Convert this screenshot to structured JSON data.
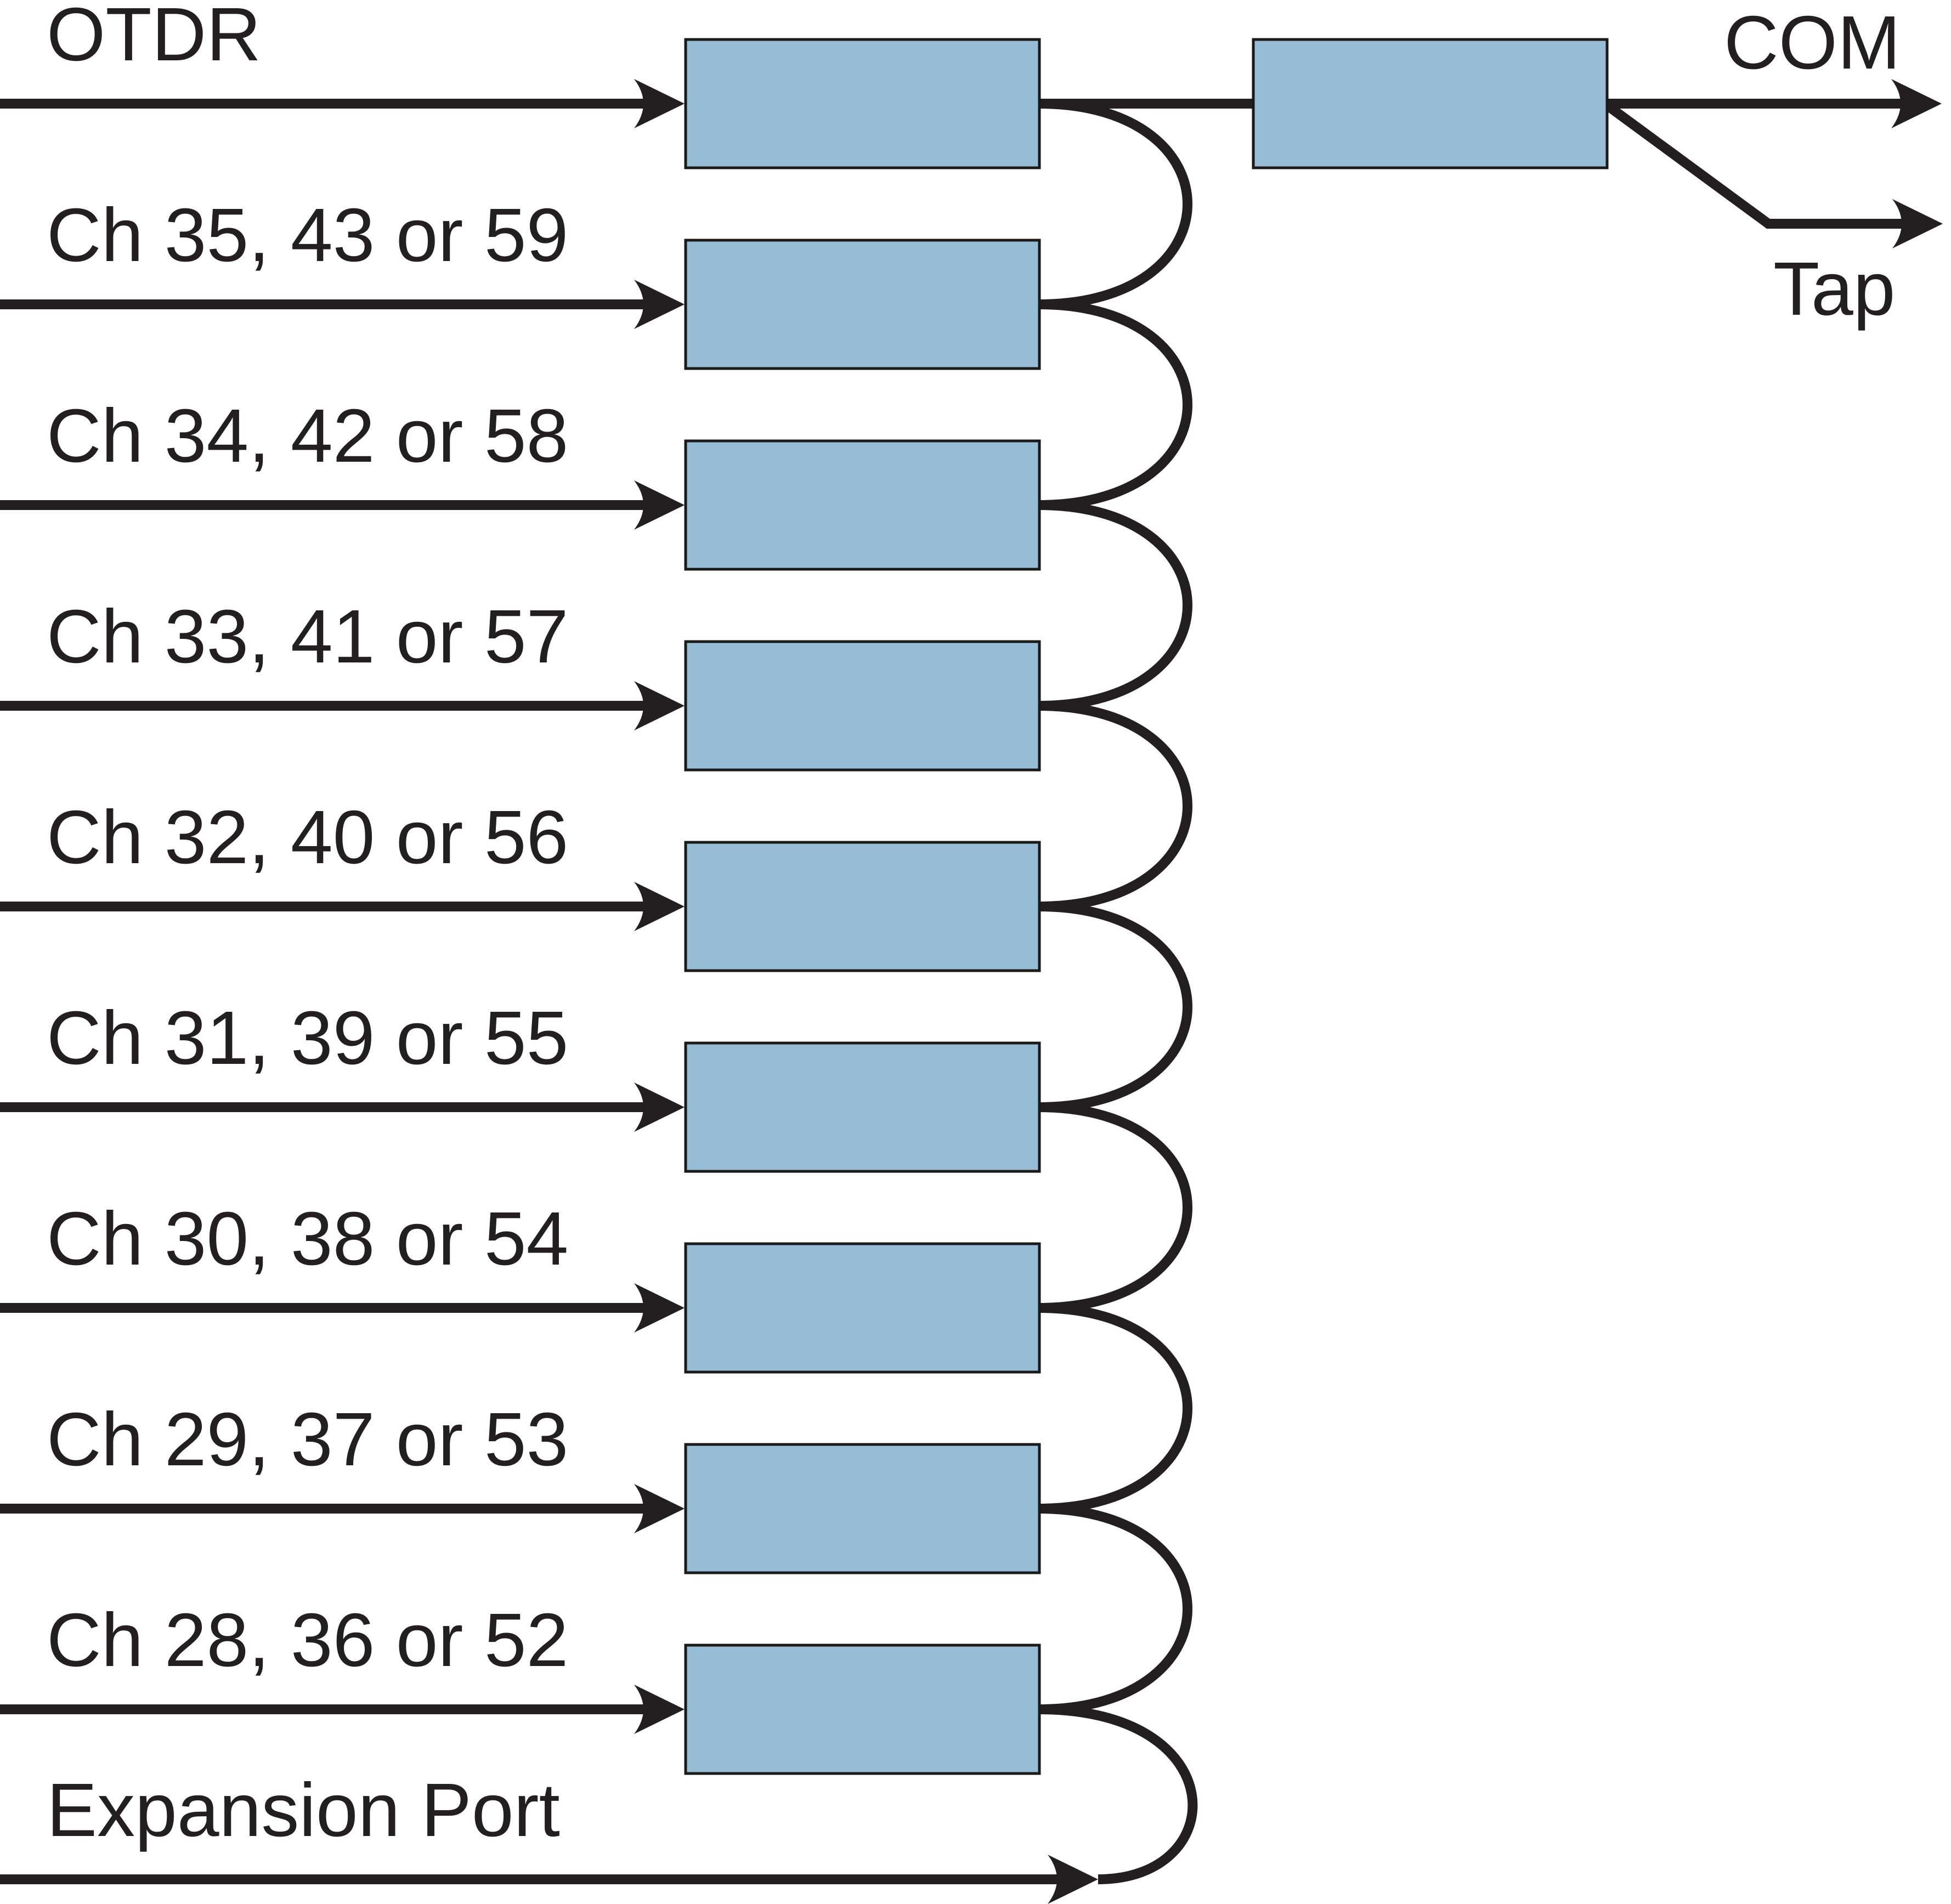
{
  "diagram": {
    "inputs": [
      "OTDR",
      "Ch 35, 43 or 59",
      "Ch 34, 42 or 58",
      "Ch 33, 41 or 57",
      "Ch 32, 40 or 56",
      "Ch 31, 39 or 55",
      "Ch 30, 38 or 54",
      "Ch 29, 37 or 53",
      "Ch 28, 36 or 52",
      "Expansion Port"
    ],
    "outputs": {
      "com": "COM",
      "tap": "Tap"
    },
    "colors": {
      "line": "#231f20",
      "module_fill": "#96bcd6",
      "module_stroke": "#1a1a1a",
      "background": "#ffffff"
    }
  }
}
